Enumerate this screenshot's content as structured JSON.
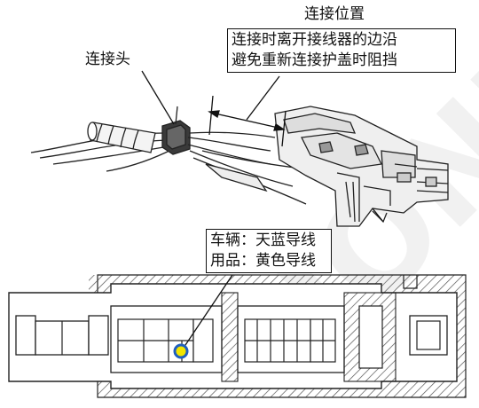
{
  "labels": {
    "position_title": "连接位置",
    "position_note_lines": [
      "连接时离开接线器的边沿",
      "避免重新连接护盖时阻挡"
    ],
    "connector_head": "连接头",
    "wire_lines": [
      "车辆：天蓝导线",
      "用品：黄色导线"
    ]
  },
  "watermark": "HONDA",
  "colors": {
    "line": "#222222",
    "hatch": "#555555",
    "connector_fill": "#ffffff",
    "harness_fill": "#e8e8e8",
    "dot_fill": "#f3e600",
    "dot_ring": "#1f5fbf",
    "watermark": "#f2f2f2"
  },
  "icons": [
    "connector-harness-illustration",
    "terminal-dot-icon"
  ]
}
